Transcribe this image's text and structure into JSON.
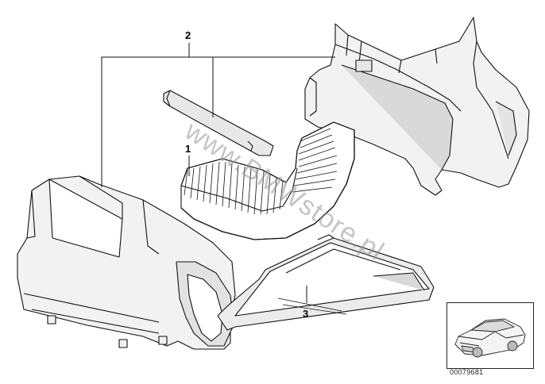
{
  "callouts": {
    "one": "1",
    "two": "2",
    "three": "3"
  },
  "diagram_number": "00079681",
  "watermark": "www.BMWstore.pl",
  "colors": {
    "part_fill": "#f2f2f2",
    "part_shade": "#d9d9d9",
    "line": "#111111",
    "watermark": "#9a9a9a"
  }
}
